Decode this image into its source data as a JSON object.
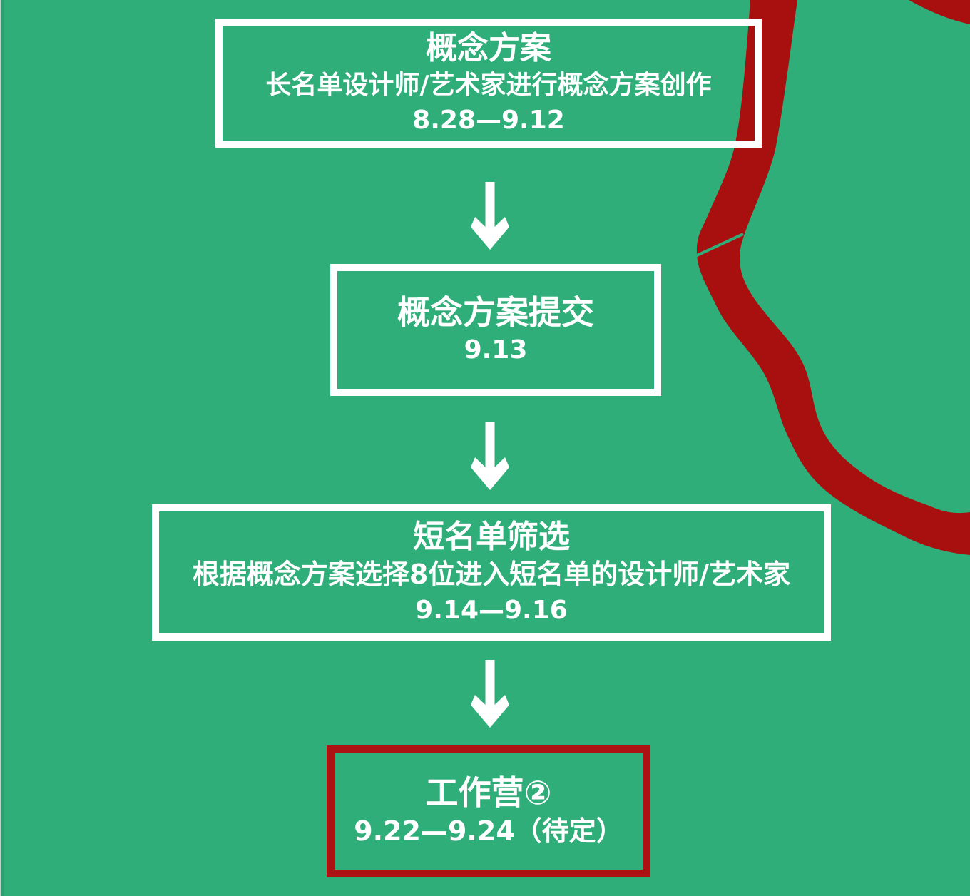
{
  "page": {
    "background_color": "#2FAE7A",
    "ribbon_color": "#A80F0F",
    "highlight_border_color": "#AC1113",
    "box_border_color": "#FFFFFF",
    "text_color": "#FFFFFF"
  },
  "icons": {
    "down_arrow": "↓",
    "red_ribbon": "meandering-river-decoration"
  },
  "flowchart": {
    "steps": [
      {
        "title": "概念方案",
        "desc": "长名单设计师/艺术家进行概念方案创作",
        "date": "8.28—9.12",
        "border": "white"
      },
      {
        "title": "概念方案提交",
        "desc": "",
        "date": "9.13",
        "border": "white"
      },
      {
        "title": "短名单筛选",
        "desc": "根据概念方案选择8位进入短名单的设计师/艺术家",
        "date": "9.14—9.16",
        "border": "white"
      },
      {
        "title": "工作营②",
        "desc": "",
        "date": "9.22—9.24（待定）",
        "border": "red"
      }
    ]
  }
}
